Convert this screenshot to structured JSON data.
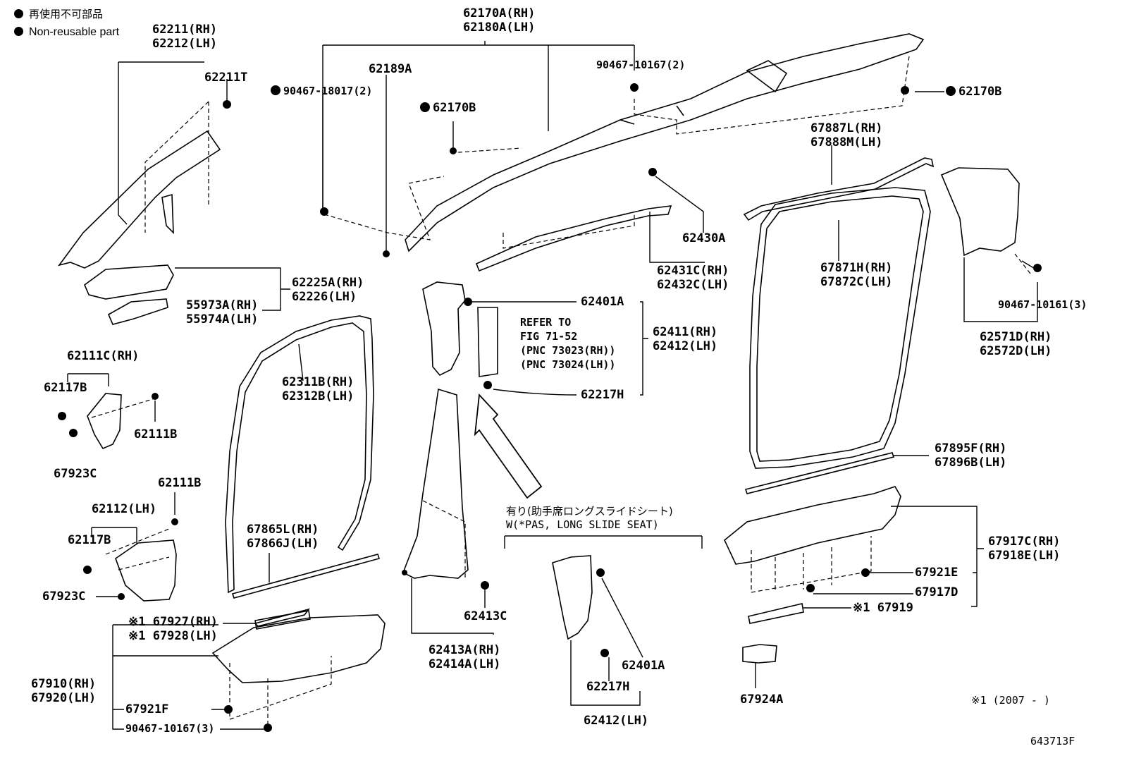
{
  "legend": {
    "jp": "再使用不可部品",
    "en": "Non-reusable part"
  },
  "labels": {
    "p62211": [
      "62211(RH)",
      "62212(LH)"
    ],
    "p62211T": "62211T",
    "p62170A": [
      "62170A(RH)",
      "62180A(LH)"
    ],
    "p62189A": "62189A",
    "p90467_18017": "90467-18017(2)",
    "p62170B_left": "62170B",
    "p90467_10167_top": "90467-10167(2)",
    "p62170B_right": "62170B",
    "p67887L": [
      "67887L(RH)",
      "67888M(LH)"
    ],
    "p62430A": "62430A",
    "p62431C": [
      "62431C(RH)",
      "62432C(LH)"
    ],
    "p67871H": [
      "67871H(RH)",
      "67872C(LH)"
    ],
    "p90467_10161": "90467-10161(3)",
    "p62571D": [
      "62571D(RH)",
      "62572D(LH)"
    ],
    "p62225A": [
      "62225A(RH)",
      "62226(LH)"
    ],
    "p55973A": [
      "55973A(RH)",
      "55974A(LH)"
    ],
    "p62401A_top": "62401A",
    "p62411": [
      "62411(RH)",
      "62412(LH)"
    ],
    "refer": [
      "REFER TO",
      "FIG 71-52",
      "(PNC 73023(RH))",
      "(PNC 73024(LH))"
    ],
    "p62217H_top": "62217H",
    "p62111C": "62111C(RH)",
    "p62117B_1": "62117B",
    "p62111B_1": "62111B",
    "p67923C_1": "67923C",
    "p62311B": [
      "62311B(RH)",
      "62312B(LH)"
    ],
    "p67895F": [
      "67895F(RH)",
      "67896B(LH)"
    ],
    "p62111B_2": "62111B",
    "p62112": "62112(LH)",
    "p62117B_2": "62117B",
    "p67923C_2": "67923C",
    "p67865L": [
      "67865L(RH)",
      "67866J(LH)"
    ],
    "w_note": [
      "有り(助手席ロングスライドシート)",
      "W(*PAS, LONG SLIDE SEAT)"
    ],
    "p67917C": [
      "67917C(RH)",
      "67918E(LH)"
    ],
    "p67921E": "67921E",
    "p67917D": "67917D",
    "p67919": "※1 67919",
    "p62413C": "62413C",
    "p67927": [
      "※1 67927(RH)",
      "※1 67928(LH)"
    ],
    "p62413A": [
      "62413A(RH)",
      "62414A(LH)"
    ],
    "p62401A_bot": "62401A",
    "p62217H_bot": "62217H",
    "p62412_bot": "62412(LH)",
    "p67910": [
      "67910(RH)",
      "67920(LH)"
    ],
    "p67921F": "67921F",
    "p90467_10167_bot": "90467-10167(3)",
    "p67924A": "67924A",
    "footnote": "※1 (2007 -     )",
    "fig_id": "643713F"
  }
}
